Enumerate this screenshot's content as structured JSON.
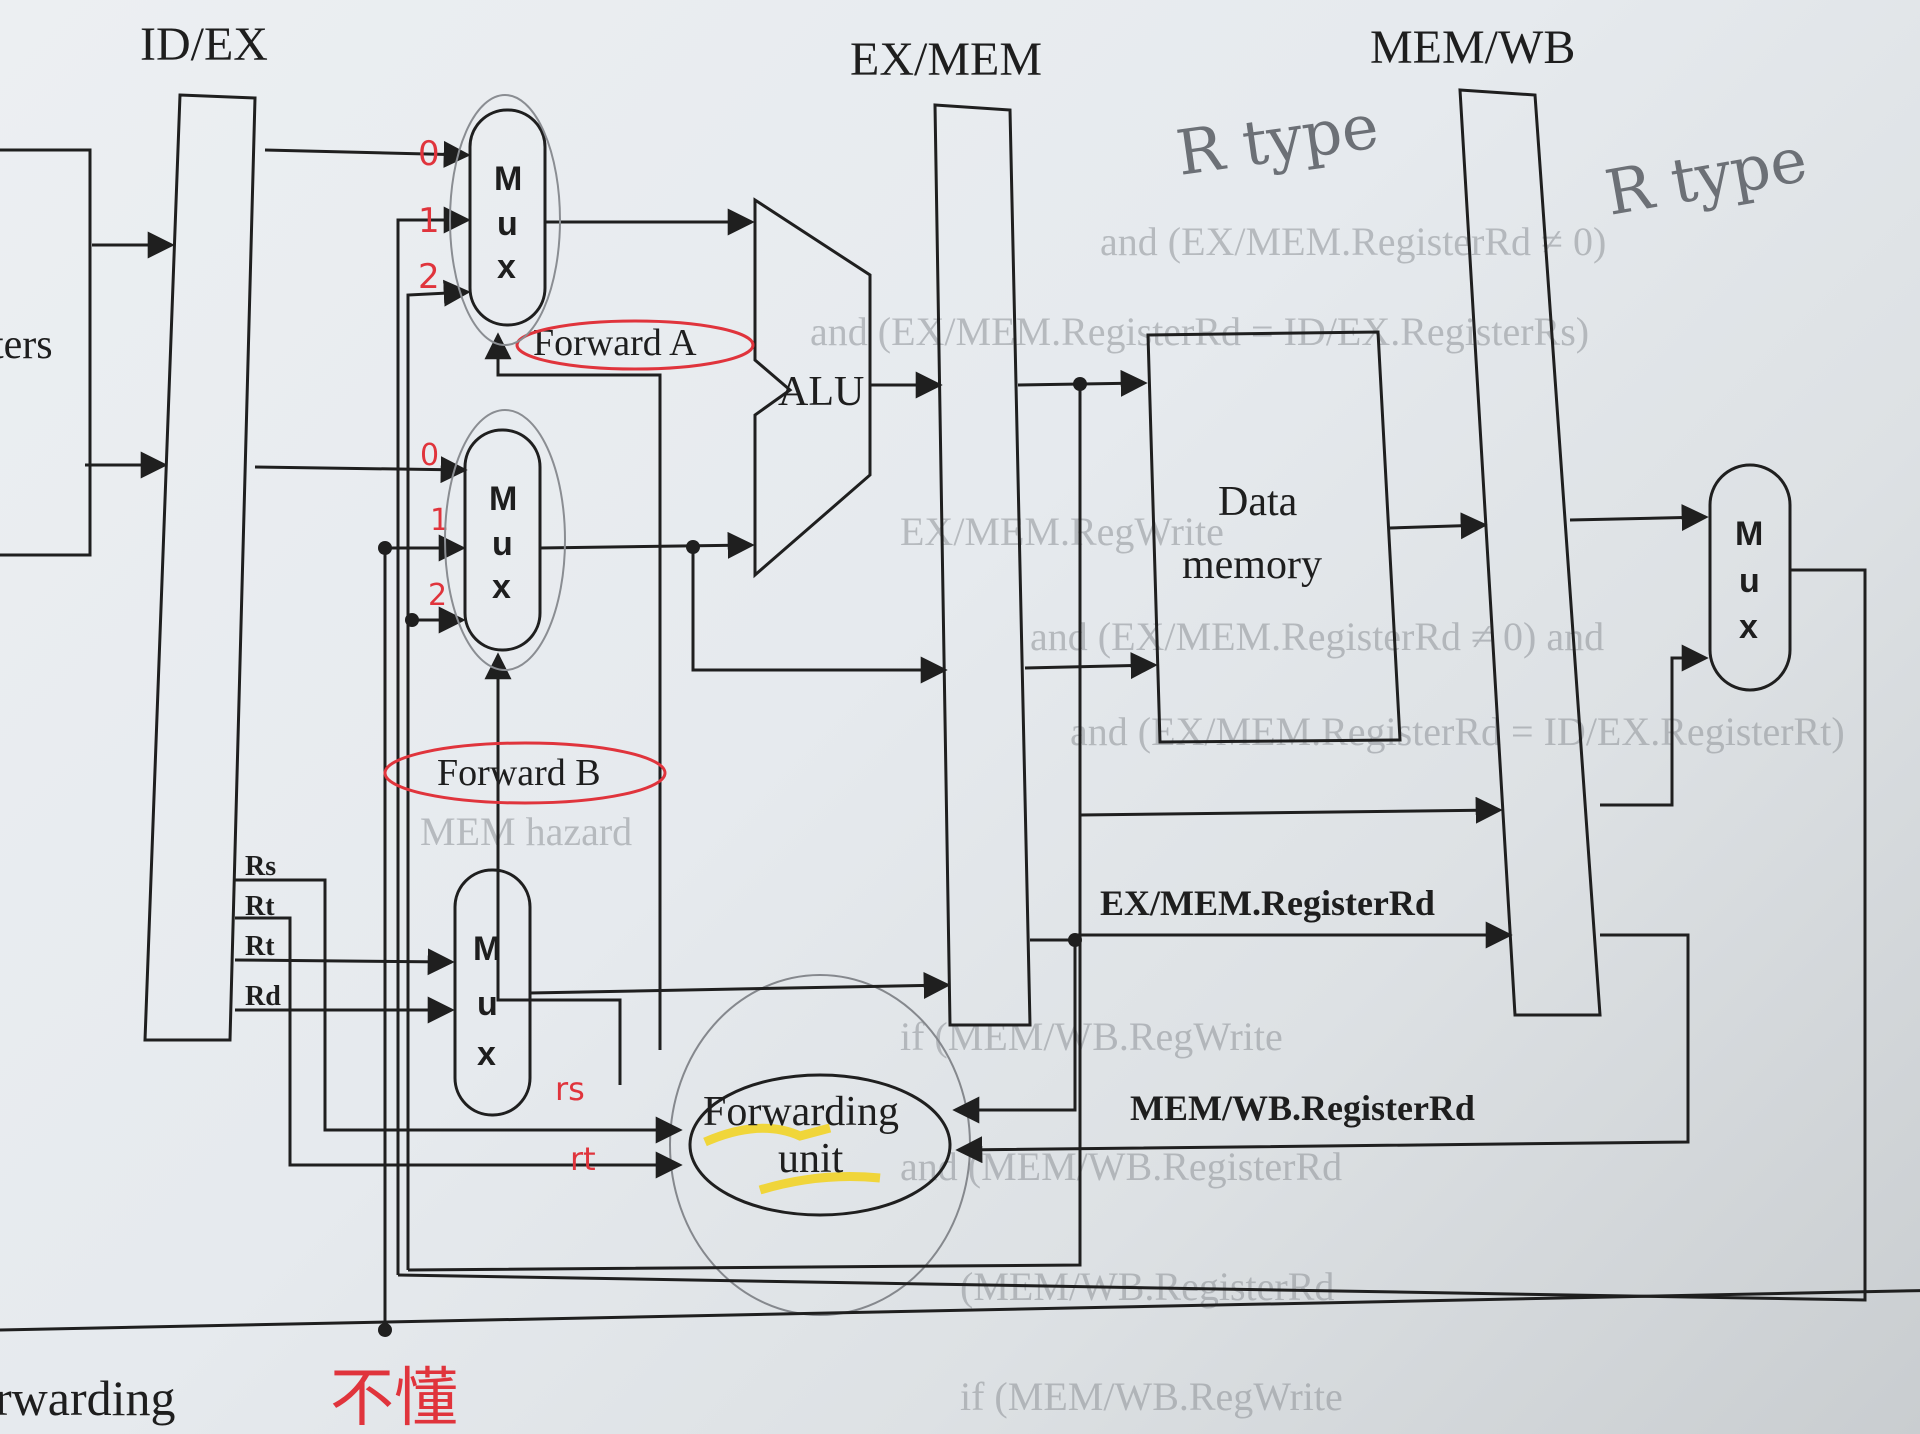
{
  "pipeline_registers": {
    "id_ex": "ID/EX",
    "ex_mem": "EX/MEM",
    "mem_wb": "MEM/WB"
  },
  "units": {
    "mux_label": [
      "M",
      "u",
      "x"
    ],
    "alu": "ALU",
    "data_memory": [
      "Data",
      "memory"
    ],
    "forwarding_unit": [
      "Forwarding",
      "unit"
    ]
  },
  "signals": {
    "forward_a": "Forward A",
    "forward_b": "Forward B",
    "ex_mem_register_rd": "EX/MEM.RegisterRd",
    "mem_wb_register_rd": "MEM/WB.RegisterRd"
  },
  "register_fields": [
    "Rs",
    "Rt",
    "Rt",
    "Rd"
  ],
  "partial_text": {
    "registers_fragment": "ters",
    "forwarding_fragment": "rwarding"
  },
  "annotations": {
    "mux_a_inputs": [
      "0",
      "1",
      "2"
    ],
    "mux_b_inputs": [
      "0",
      "1",
      "2"
    ],
    "rtype_ex_mem": "R type",
    "rtype_mem_wb": "R type",
    "rs_mark": "rs",
    "rt_mark": "rt",
    "chinese_note": "不懂"
  },
  "colors": {
    "ink": "#1f1f1f",
    "red_ink": "#e0343c",
    "highlight": "#f2d21b",
    "paper": "#e8ebee"
  },
  "icons": [
    "junction-dot",
    "arrowhead"
  ]
}
